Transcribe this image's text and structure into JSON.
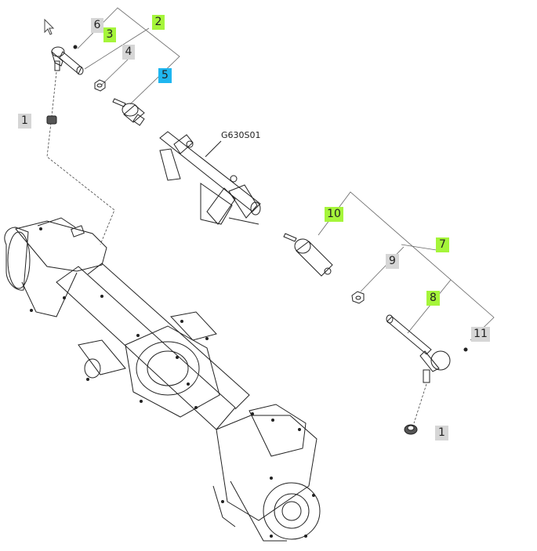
{
  "drawing_code": "G630S01",
  "callouts": [
    {
      "id": "c6",
      "label": "6",
      "style": "gray"
    },
    {
      "id": "c3",
      "label": "3",
      "style": "green"
    },
    {
      "id": "c2",
      "label": "2",
      "style": "green"
    },
    {
      "id": "c4",
      "label": "4",
      "style": "gray"
    },
    {
      "id": "c5",
      "label": "5",
      "style": "blue"
    },
    {
      "id": "c1a",
      "label": "1",
      "style": "gray"
    },
    {
      "id": "c10",
      "label": "10",
      "style": "green"
    },
    {
      "id": "c7",
      "label": "7",
      "style": "green"
    },
    {
      "id": "c9",
      "label": "9",
      "style": "gray"
    },
    {
      "id": "c8",
      "label": "8",
      "style": "green"
    },
    {
      "id": "c11",
      "label": "11",
      "style": "gray"
    },
    {
      "id": "c1b",
      "label": "1",
      "style": "gray"
    }
  ]
}
